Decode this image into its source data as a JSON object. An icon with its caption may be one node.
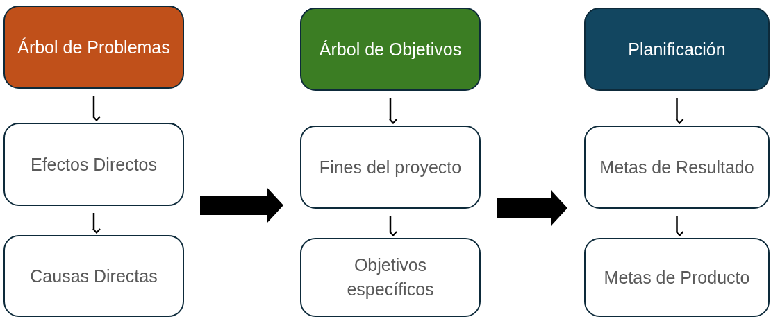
{
  "diagram": {
    "nodes": [
      {
        "text": [
          "Árbol de Problemas"
        ]
      },
      {
        "text": [
          "Efectos Directos"
        ]
      },
      {
        "text": [
          "Causas Directas"
        ]
      },
      {
        "text": [
          "Árbol de Objetivos"
        ]
      },
      {
        "text": [
          "Fines del proyecto"
        ]
      },
      {
        "text": [
          "Objetivos específicos"
        ]
      },
      {
        "text": [
          "Planificación"
        ]
      },
      {
        "text": [
          "Metas de Resultado"
        ]
      },
      {
        "text": [
          "Metas de Producto"
        ]
      }
    ],
    "edges": [
      {
        "from": 0,
        "to": 1,
        "arrow": "to"
      },
      {
        "from": 1,
        "to": 2,
        "arrow": "to"
      },
      {
        "from": 3,
        "to": 4,
        "arrow": "to"
      },
      {
        "from": 4,
        "to": 5,
        "arrow": "to"
      },
      {
        "from": 6,
        "to": 7,
        "arrow": "to"
      },
      {
        "from": 7,
        "to": 8,
        "arrow": "to"
      },
      {
        "from": 1,
        "to": 4,
        "arrow": "to",
        "style": "thick"
      },
      {
        "from": 4,
        "to": 7,
        "arrow": "to",
        "style": "thick"
      }
    ]
  }
}
